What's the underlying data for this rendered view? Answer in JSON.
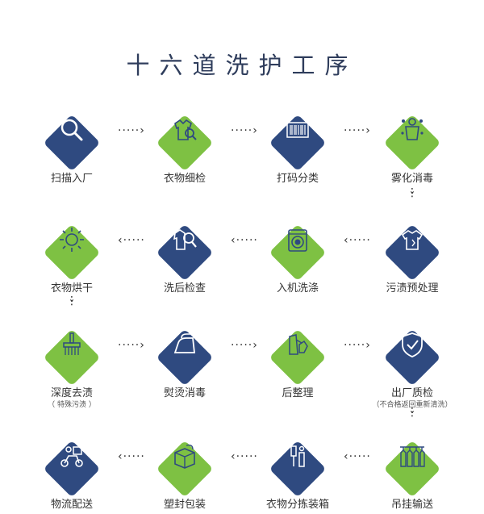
{
  "title": "十六道洗护工序",
  "steps": [
    {
      "label": "扫描入厂",
      "color": "navy",
      "icon": "magnifier-icon"
    },
    {
      "label": "衣物细检",
      "color": "green",
      "icon": "clothes-inspect-icon"
    },
    {
      "label": "打码分类",
      "color": "navy",
      "icon": "barcode-icon"
    },
    {
      "label": "雾化消毒",
      "color": "green",
      "icon": "virus-body-icon"
    },
    {
      "label": "污渍预处理",
      "color": "navy",
      "icon": "shirt-spray-icon"
    },
    {
      "label": "入机洗涤",
      "color": "green",
      "icon": "washing-machine-icon"
    },
    {
      "label": "洗后检查",
      "color": "navy",
      "icon": "jacket-inspect-icon"
    },
    {
      "label": "衣物烘干",
      "color": "green",
      "icon": "sun-icon"
    },
    {
      "label": "深度去渍",
      "sub": "（ 特殊污渍 ）",
      "color": "green",
      "icon": "brush-icon"
    },
    {
      "label": "熨烫消毒",
      "color": "navy",
      "icon": "iron-icon"
    },
    {
      "label": "后整理",
      "color": "green",
      "icon": "steamer-icon"
    },
    {
      "label": "出厂质检",
      "sub": "（不合格返回重新清洗）",
      "color": "navy",
      "icon": "shield-check-icon"
    },
    {
      "label": "吊挂输送",
      "color": "green",
      "icon": "hanging-clothes-icon"
    },
    {
      "label": "衣物分拣装箱",
      "color": "navy",
      "icon": "sorting-icon"
    },
    {
      "label": "塑封包装",
      "color": "green",
      "icon": "package-icon"
    },
    {
      "label": "物流配送",
      "color": "navy",
      "icon": "delivery-scooter-icon"
    }
  ],
  "arrows": {
    "right": "·····›",
    "left": "‹·····",
    "down": "⋮"
  },
  "colors": {
    "navy": "#2f4a80",
    "green": "#7ec143",
    "title": "#2f3d5c"
  }
}
